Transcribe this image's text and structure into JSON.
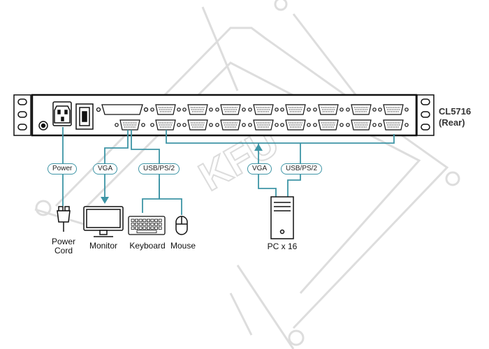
{
  "model": {
    "line1": "CL5716",
    "line2": "(Rear)"
  },
  "watermark": "KFU",
  "cable_labels": {
    "power": "Power",
    "vga": "VGA",
    "usb_ps2": "USB/PS/2",
    "pc_vga": "VGA",
    "pc_usb_ps2": "USB/PS/2"
  },
  "devices": {
    "power_cord": {
      "line1": "Power",
      "line2": "Cord"
    },
    "monitor": "Monitor",
    "keyboard": "Keyboard",
    "mouse": "Mouse",
    "pc": "PC x 16"
  },
  "colors": {
    "cable": "#3e95a6",
    "outline": "#111111",
    "watermark": "#d8d8d8"
  },
  "icons": [
    "power-socket-icon",
    "power-switch-icon",
    "ground-icon",
    "db-port-icon",
    "vga-port-icon",
    "monitor-icon",
    "keyboard-icon",
    "mouse-icon",
    "pc-tower-icon",
    "plug-icon"
  ]
}
